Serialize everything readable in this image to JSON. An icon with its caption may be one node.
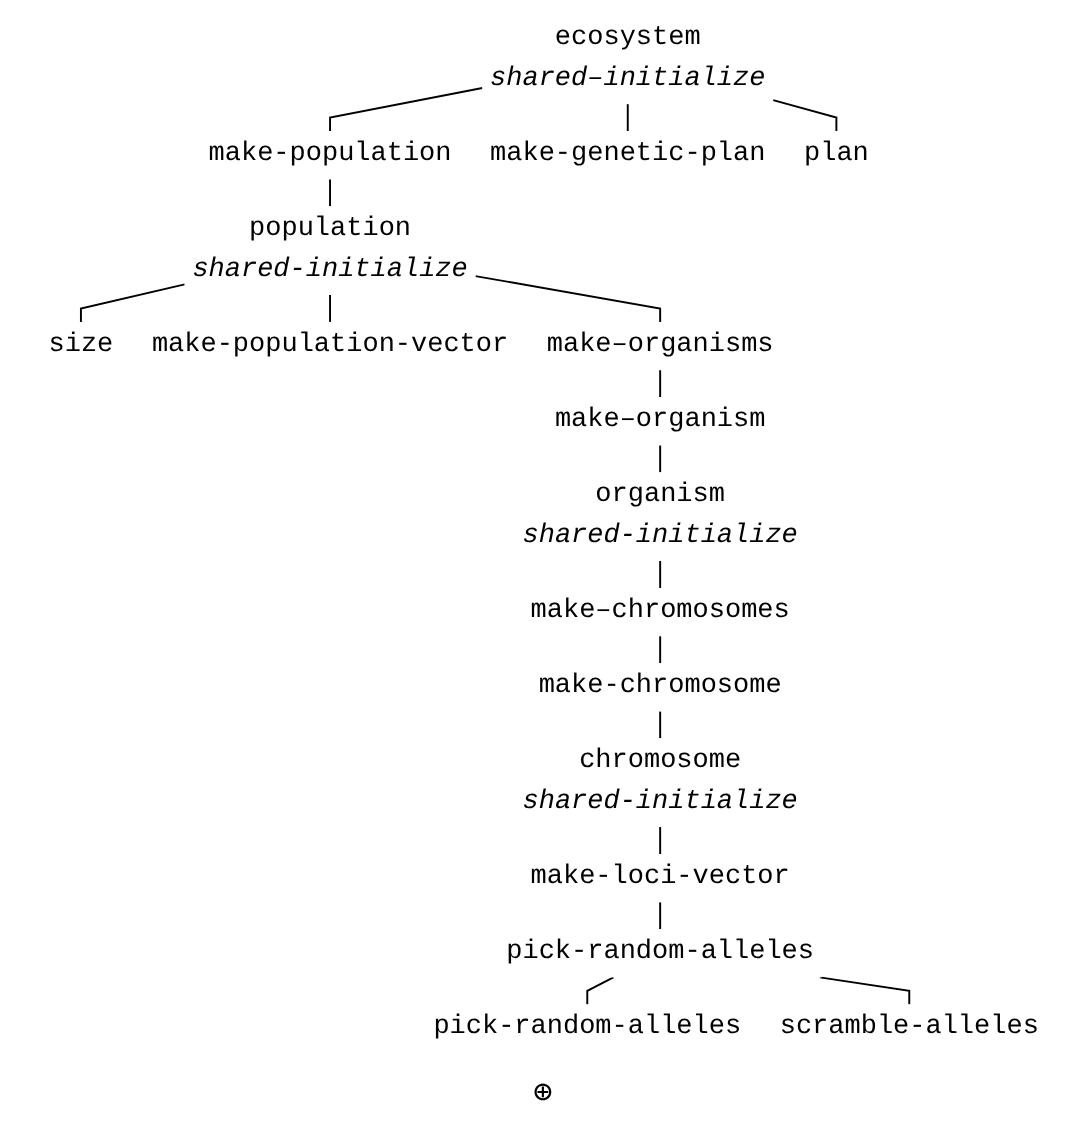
{
  "diagram": {
    "nodes": [
      {
        "text": [
          "ecosystem",
          "shared–initialize"
        ]
      },
      {
        "text": [
          "make-population"
        ]
      },
      {
        "text": [
          "make-genetic-plan"
        ]
      },
      {
        "text": [
          "plan"
        ]
      },
      {
        "text": [
          "population",
          "shared-initialize"
        ]
      },
      {
        "text": [
          "size"
        ]
      },
      {
        "text": [
          "make-population-vector"
        ]
      },
      {
        "text": [
          "make–organisms"
        ]
      },
      {
        "text": [
          "make–organism"
        ]
      },
      {
        "text": [
          "organism",
          "shared-initialize"
        ]
      },
      {
        "text": [
          "make–chromosomes"
        ]
      },
      {
        "text": [
          "make-chromosome"
        ]
      },
      {
        "text": [
          "chromosome",
          "shared-initialize"
        ]
      },
      {
        "text": [
          "make-loci-vector"
        ]
      },
      {
        "text": [
          "pick-random-alleles"
        ]
      },
      {
        "text": [
          "pick-random-alleles"
        ]
      },
      {
        "text": [
          "scramble-alleles"
        ]
      }
    ],
    "edges": [
      {
        "from": 0,
        "to": 1,
        "arrow": "none"
      },
      {
        "from": 0,
        "to": 2,
        "arrow": "none"
      },
      {
        "from": 0,
        "to": 3,
        "arrow": "none"
      },
      {
        "from": 1,
        "to": 4,
        "arrow": "none"
      },
      {
        "from": 4,
        "to": 5,
        "arrow": "none"
      },
      {
        "from": 4,
        "to": 6,
        "arrow": "none"
      },
      {
        "from": 4,
        "to": 7,
        "arrow": "none"
      },
      {
        "from": 7,
        "to": 8,
        "arrow": "none"
      },
      {
        "from": 8,
        "to": 9,
        "arrow": "none"
      },
      {
        "from": 9,
        "to": 10,
        "arrow": "none"
      },
      {
        "from": 10,
        "to": 11,
        "arrow": "none"
      },
      {
        "from": 11,
        "to": 12,
        "arrow": "none"
      },
      {
        "from": 12,
        "to": 13,
        "arrow": "none"
      },
      {
        "from": 13,
        "to": 14,
        "arrow": "none"
      },
      {
        "from": 14,
        "to": 15,
        "arrow": "none"
      },
      {
        "from": 14,
        "to": 16,
        "arrow": "none"
      }
    ],
    "labels": [
      "⊕"
    ]
  }
}
